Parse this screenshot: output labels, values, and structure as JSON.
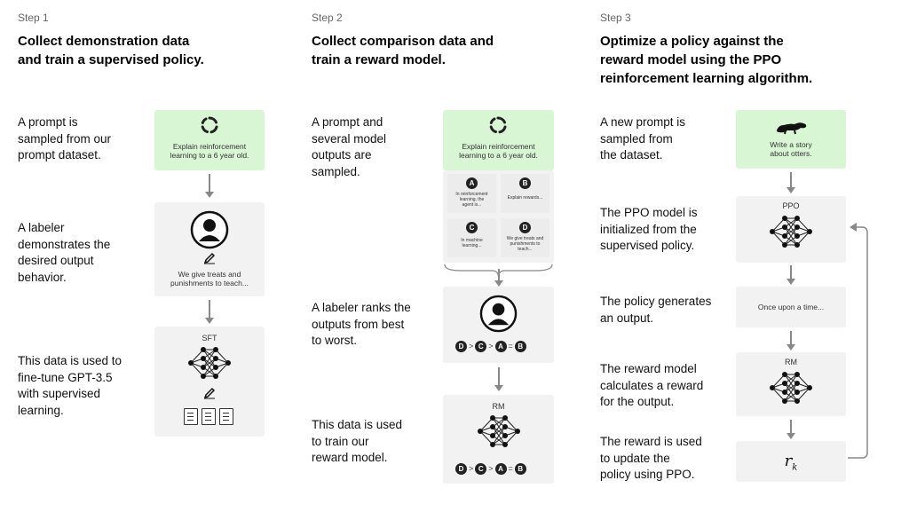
{
  "steps": [
    {
      "label": "Step 1",
      "title_line1": "Collect demonstration data",
      "title_line2": "and train a supervised policy.",
      "desc1": [
        "A prompt is",
        "sampled from our",
        "prompt dataset."
      ],
      "desc2": [
        "A labeler",
        "demonstrates the",
        "desired output",
        "behavior."
      ],
      "desc3": [
        "This data is used to",
        "fine-tune GPT-3.5",
        "with supervised",
        "learning."
      ],
      "prompt_text": [
        "Explain reinforcement",
        "learning to a 6 year old."
      ],
      "demo_text": [
        "We give treats and",
        "punishments to teach..."
      ],
      "model_label": "SFT"
    },
    {
      "label": "Step 2",
      "title_line1": "Collect comparison data and",
      "title_line2": "train a reward model.",
      "desc1": [
        "A prompt and",
        "several model",
        "outputs are",
        "sampled."
      ],
      "desc2": [
        "A labeler ranks the",
        "outputs from best",
        "to worst."
      ],
      "desc3": [
        "This data is used",
        "to train our",
        "reward model."
      ],
      "prompt_text": [
        "Explain reinforcement",
        "learning to a 6 year old."
      ],
      "outputs": [
        {
          "letter": "A",
          "text": [
            "In reinforcement",
            "learning, the",
            "agent is..."
          ]
        },
        {
          "letter": "B",
          "text": [
            "Explain rewards..."
          ]
        },
        {
          "letter": "C",
          "text": [
            "In machine",
            "learning..."
          ]
        },
        {
          "letter": "D",
          "text": [
            "We give treats and",
            "punishments to",
            "teach..."
          ]
        }
      ],
      "ranking": [
        "D",
        "C",
        "A",
        "B"
      ],
      "model_label": "RM"
    },
    {
      "label": "Step 3",
      "title_line1": "Optimize a policy against the",
      "title_line2": "reward model using the PPO",
      "title_line3": "reinforcement learning algorithm.",
      "desc1": [
        "A new prompt is",
        "sampled from",
        "the dataset."
      ],
      "desc2": [
        "The PPO model is",
        "initialized from the",
        "supervised policy."
      ],
      "desc3": [
        "The policy generates",
        "an output."
      ],
      "desc4": [
        "The reward model",
        "calculates a reward",
        "for the output."
      ],
      "desc5": [
        "The reward is used",
        "to update the",
        "policy using PPO."
      ],
      "prompt_text": [
        "Write a story",
        "about otters."
      ],
      "ppo_label": "PPO",
      "output_text": "Once upon a time...",
      "rm_label": "RM",
      "reward_symbol": "r",
      "reward_sub": "k"
    }
  ],
  "colors": {
    "prompt_bg": "#d8f5d4",
    "panel_bg": "#f2f2f2",
    "arrow": "#888888"
  }
}
